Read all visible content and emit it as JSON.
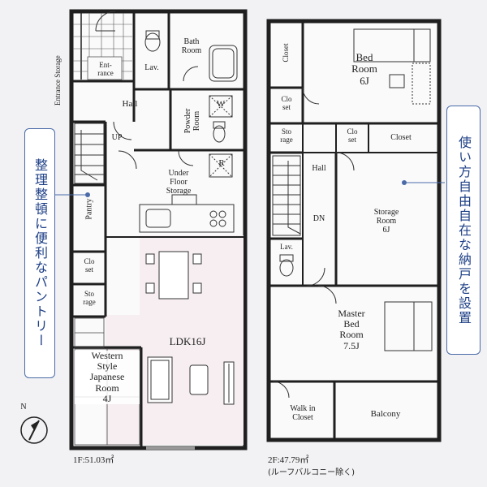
{
  "floor1": {
    "rooms": {
      "entrance": "Ent-\nrance",
      "lav": "Lav.",
      "bath": "Bath\nRoom",
      "hall": "Hall",
      "powder": "Powder\nRoom",
      "w_mark": "W",
      "up": "UP",
      "under_floor": "Under\nFloor\nStorage",
      "r_mark": "R",
      "pantry": "Pantry",
      "closet": "Clo\nset",
      "storage": "Sto\nrage",
      "ldk": "LDK16J",
      "western": "Western\nStyle\nJapanese\nRoom\n4J"
    },
    "side_label": "Entrance Storage",
    "area": "1F:51.03㎡"
  },
  "floor2": {
    "rooms": {
      "closet_top": "Closet",
      "bedroom": "Bed\nRoom\n6J",
      "closet_a": "Clo\nset",
      "storage_small": "Sto\nrage",
      "closet_b": "Clo\nset",
      "closet_c": "Closet",
      "hall": "Hall",
      "dn": "DN",
      "storage_room": "Storage\nRoom\n6J",
      "lav": "Lav.",
      "master": "Master\nBed\nRoom\n7.5J",
      "walkin": "Walk in\nCloset",
      "balcony": "Balcony"
    },
    "area": "2F:47.79㎡",
    "note": "(ルーフバルコニー除く)"
  },
  "callouts": {
    "left": "整理整頓に便利なパントリー",
    "right": "使い方自由自在な納戸を設置"
  },
  "compass": "N",
  "colors": {
    "wall": "#1f1f1f",
    "ldk_tint": "#f6eef0",
    "callout_text": "#1d3f86",
    "callout_border": "#4a6aa8"
  }
}
